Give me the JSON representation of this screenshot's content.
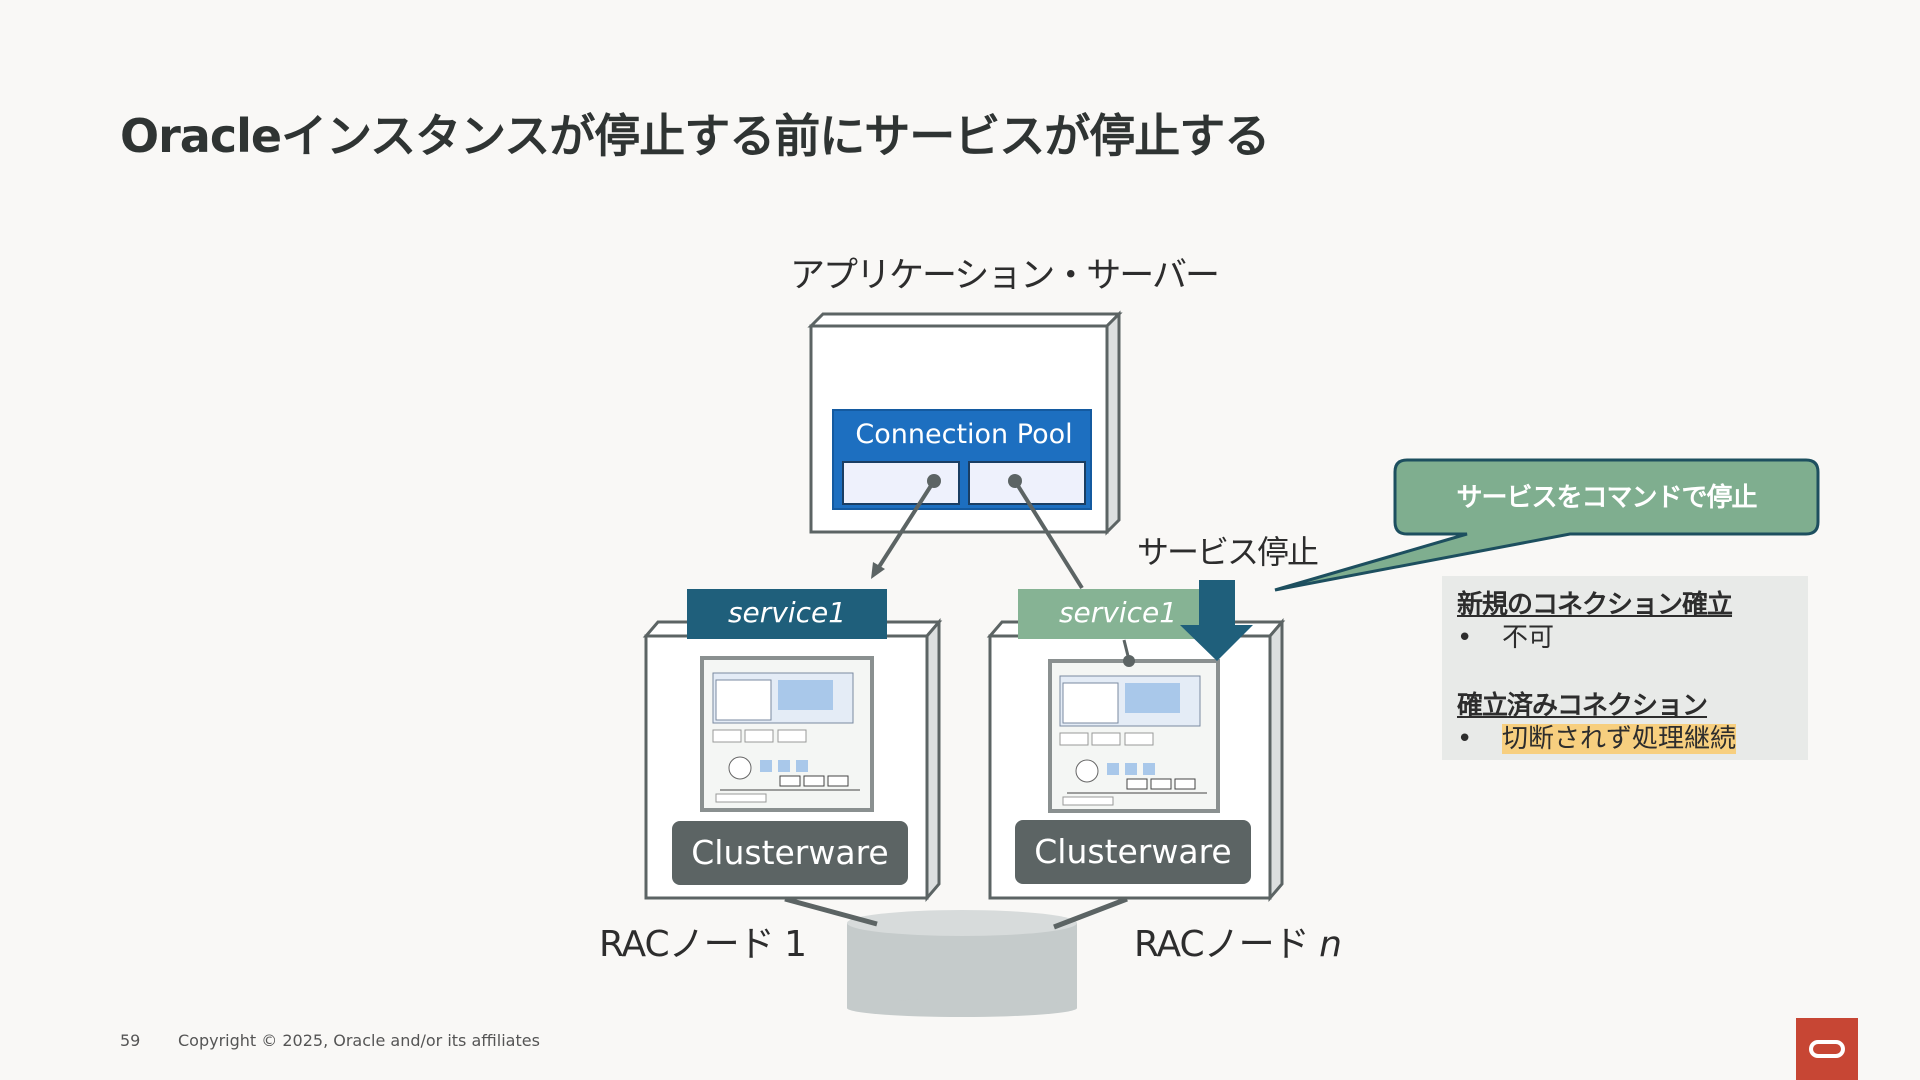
{
  "slide": {
    "title": "Oracleインスタンスが停止する前にサービスが停止する",
    "page_number": "59",
    "copyright": "Copyright © 2025, Oracle and/or its affiliates"
  },
  "diagram": {
    "app_server_label": "アプリケーション・サーバー",
    "connection_pool_label": "Connection Pool",
    "service_tab_1": "service1",
    "service_tab_2": "service1",
    "clusterware_1": "Clusterware",
    "clusterware_2": "Clusterware",
    "rac_node_1_prefix": "RACノード",
    "rac_node_1_number": "1",
    "rac_node_n_prefix": "RACノード",
    "rac_node_n_variable": "n",
    "service_stop_label": "サービス停止",
    "callout": "サービスをコマンドで停止"
  },
  "info": {
    "new_connections_heading": "新規のコネクション確立",
    "new_connections_item": "不可",
    "established_heading": "確立済みコネクション",
    "established_item": "切断されず処理継続",
    "bullet": "•"
  },
  "colors": {
    "service1_active": "#1f5f7b",
    "service1_stopping": "#86b394",
    "callout_fill": "#7fae8f",
    "callout_border": "#1d4f5f",
    "highlight": "#f7cf7f",
    "connection_pool": "#1d6fc0",
    "oracle_red": "#c74634"
  }
}
